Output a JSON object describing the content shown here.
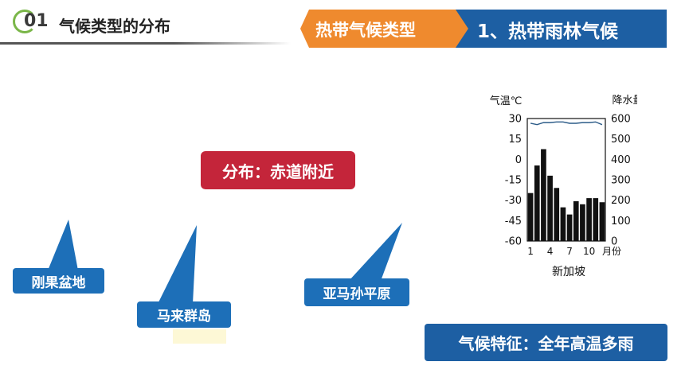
{
  "header": {
    "section_number": "01",
    "section_title": "气候类型的分布",
    "tab_category": "热带气候类型",
    "tab_current": "1、热带雨林气候"
  },
  "distribution_label": "分布：赤道附近",
  "regions": [
    "刚果盆地",
    "马来群岛",
    "亚马孙平原"
  ],
  "climate_feature": "气候特征：全年高温多雨",
  "colors": {
    "orange": "#ef8a2e",
    "blue": "#1d5fa3",
    "red": "#c4253a",
    "callout": "#1d6fb8"
  },
  "chart_data": {
    "type": "bar",
    "station": "新加坡",
    "left_axis_label": "气温℃",
    "right_axis_label": "降水量",
    "x_unit_label": "月份",
    "categories": [
      1,
      2,
      3,
      4,
      5,
      6,
      7,
      8,
      9,
      10,
      11,
      12
    ],
    "x_tick_labels": [
      "1",
      "4",
      "7",
      "10"
    ],
    "left_ylim": [
      -60,
      30
    ],
    "left_ticks": [
      30,
      15,
      0,
      -15,
      -30,
      -45,
      -60
    ],
    "right_ylim": [
      0,
      600
    ],
    "right_ticks": [
      600,
      500,
      400,
      300,
      200,
      100,
      0
    ],
    "series": [
      {
        "axis": "right",
        "chart_type": "bar",
        "values": [
          235,
          370,
          450,
          320,
          260,
          165,
          130,
          195,
          180,
          210,
          210,
          190
        ]
      },
      {
        "axis": "left",
        "chart_type": "line",
        "values": [
          26.5,
          25.5,
          27,
          27,
          27.5,
          27.5,
          26.5,
          26.5,
          27,
          27,
          27.5,
          25.5
        ]
      }
    ]
  }
}
